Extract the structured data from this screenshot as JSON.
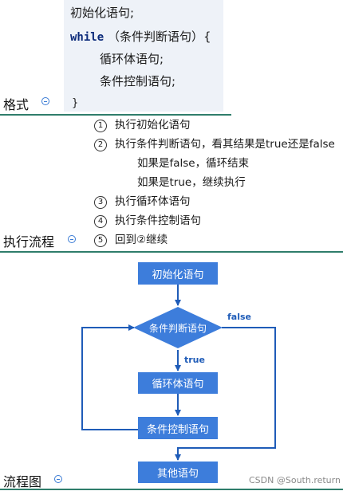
{
  "format": {
    "title": "格式",
    "code_lines": [
      "初始化语句;",
      "while",
      "（条件判断语句）{",
      "循环体语句;",
      "条件控制语句;",
      "}"
    ]
  },
  "flow": {
    "title": "执行流程",
    "steps": [
      {
        "num": "1",
        "text": "执行初始化语句"
      },
      {
        "num": "2",
        "text": "执行条件判断语句，看其结果是true还是false"
      },
      {
        "num": "",
        "text": "如果是false，循环结束"
      },
      {
        "num": "",
        "text": "如果是true，继续执行"
      },
      {
        "num": "3",
        "text": "执行循环体语句"
      },
      {
        "num": "4",
        "text": "执行条件控制语句"
      },
      {
        "num": "5",
        "text": "回到②继续"
      }
    ]
  },
  "diagram": {
    "title": "流程图",
    "nodes": {
      "init": "初始化语句",
      "condition": "条件判断语句",
      "body": "循环体语句",
      "control": "条件控制语句",
      "other": "其他语句"
    },
    "labels": {
      "false": "false",
      "true": "true"
    },
    "box_color": "#3d7ddb",
    "line_color": "#1f5cb8"
  },
  "watermark": "CSDN @South.return"
}
